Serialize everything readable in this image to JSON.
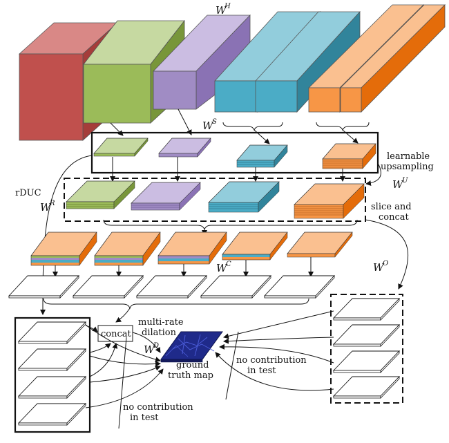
{
  "labels": {
    "w_h": "W",
    "w_h_sup": "H",
    "w_s": "W",
    "w_s_sup": "S",
    "w_r": "W",
    "w_r_sup": "R",
    "w_u": "W",
    "w_u_sup": "U",
    "w_c": "W",
    "w_c_sup": "C",
    "w_o": "W",
    "w_o_sup": "O",
    "w_d": "W",
    "w_d_sup": "D",
    "rduc": "rDUC",
    "learnable": "learnable",
    "upsampling": "upsampling",
    "slice_and": "slice  and",
    "concat_line": "concat",
    "multi_rate": "multi-rate",
    "dilation": "dilation",
    "concat_box": "concat",
    "ground": "ground",
    "truth_map": "truth  map",
    "no_contrib_1": "no  contribution",
    "in_test_1": "in  test",
    "no_contrib_2": "no  contribution",
    "in_test_2": "in  test"
  },
  "colors": {
    "red": "#c0504d",
    "green": "#9bbb59",
    "purple": "#a08cc4",
    "cyan": "#4bacc6",
    "orange": "#f79646",
    "ground_truth": "#1f2a8a",
    "outline": "#111111"
  }
}
